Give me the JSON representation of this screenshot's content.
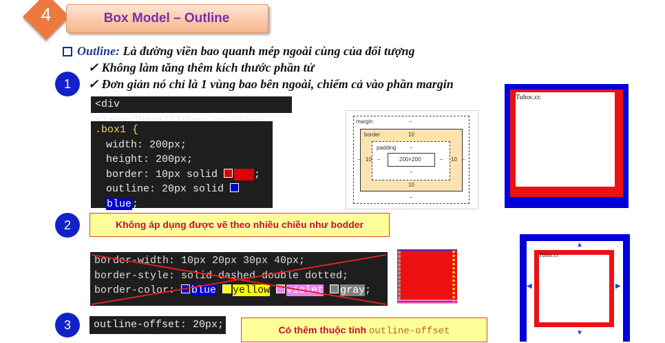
{
  "slide": {
    "number": "4",
    "title": "Box Model – Outline"
  },
  "bullets": {
    "term": "Outline:",
    "definition": " Là đường viền bao quanh mép ngoài cùng của đối tượng",
    "check1": "✓ Không làm tăng thêm kích thước phần tử",
    "check2": "✓ Đơn giản nó chỉ là 1 vùng bao bên ngoài, chiếm cả vào phần margin"
  },
  "steps": {
    "s1": "1",
    "s2": "2",
    "s3": "3"
  },
  "html_code": "<div class=\"box1\">Tuhoc.cc</div>",
  "css_code": {
    "selector": ".box1 {",
    "width": "width: 200px;",
    "height": "height: 200px;",
    "border_prefix": "border: 10px solid ",
    "border_color": "red",
    "outline_prefix": "outline: 20px solid ",
    "outline_color": "blue",
    "close": "}"
  },
  "box_model": {
    "margin_label": "margin",
    "border_label": "border",
    "padding_label": "padding",
    "content": "200×200",
    "dash": "–",
    "border_value": "10"
  },
  "preview_text": "Tuhoc.cc",
  "callout2": "Không áp dụng được vẽ theo nhiều chiều như bodder",
  "crossed_code": {
    "line1": "border-width: 10px 20px 30px 40px;",
    "line2": "border-style: solid dashed double dotted;",
    "line3_prefix": "border-color: ",
    "c1": "blue",
    "c2": "yellow",
    "c3": "violet",
    "c4": "gray",
    "semicolon": ";"
  },
  "offset_code": "outline-offset: 20px;",
  "callout3_prefix": "Có thêm thuộc tính ",
  "callout3_code": "outline-offset",
  "colors": {
    "accent_orange": "#ec7a3e",
    "title_purple": "#7a2fa3",
    "step_blue": "#1022c8",
    "callout_red": "#c8102e"
  }
}
